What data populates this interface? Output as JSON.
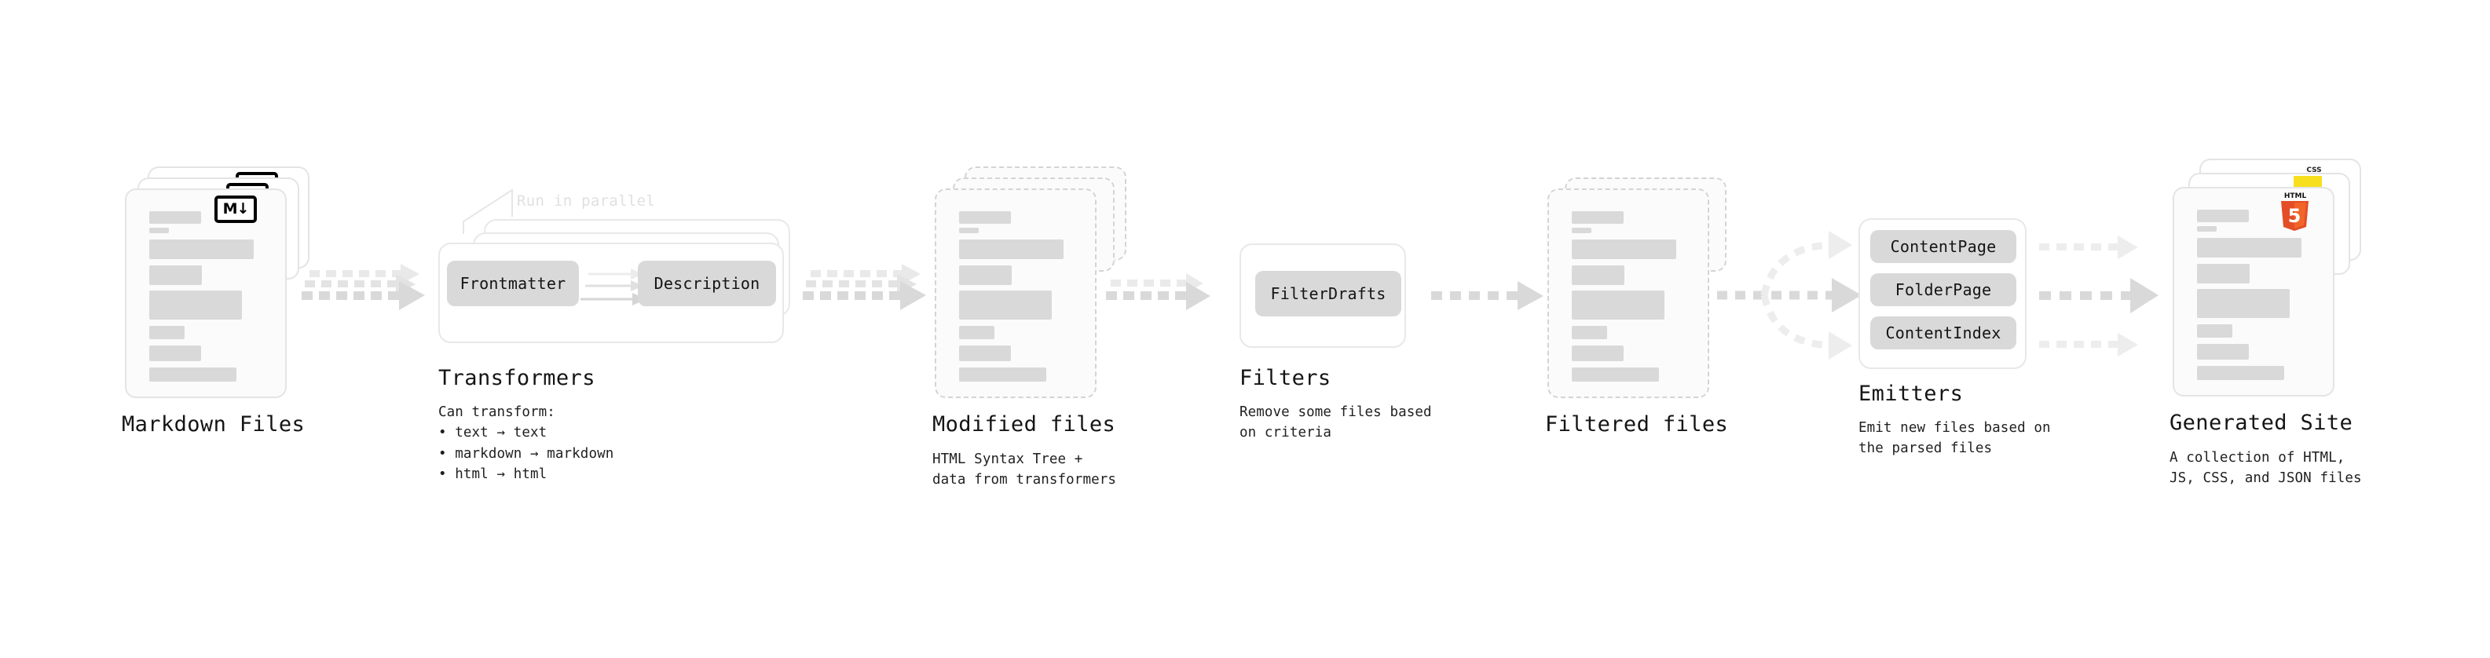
{
  "diagram": {
    "title": "Quartz content processing pipeline",
    "palette": {
      "page_background": "#ffffff",
      "card_fill": "#fbfbfb",
      "card_border": "#e4e4e4",
      "skeleton_bar": "#d9d9d9",
      "pill_fill": "#d9d9d9",
      "arrow": "#d8d8d8",
      "annotation_text": "#e0e0e0",
      "text": "#151515",
      "html5_orange": "#e44d26",
      "html5_orange_light": "#f16529",
      "js_yellow": "#f7df1e",
      "css_blue": "#264de4"
    }
  },
  "stages": [
    {
      "id": "markdown-files",
      "title": "Markdown Files",
      "subtitle": "",
      "badge": "M↓",
      "badge_icon": "markdown-icon",
      "stack_count": 3,
      "border": "solid"
    },
    {
      "id": "transformers",
      "title": "Transformers",
      "subtitle": "Can transform:\n  • text → text\n  • markdown → markdown\n  • html → html",
      "annotation": "Run in parallel",
      "stack_count": 3,
      "pills": [
        "Frontmatter",
        "Description"
      ]
    },
    {
      "id": "modified-files",
      "title": "Modified files",
      "subtitle": "HTML Syntax Tree +\ndata from transformers",
      "stack_count": 3,
      "border": "dashed"
    },
    {
      "id": "filters",
      "title": "Filters",
      "subtitle": "Remove some files based\non criteria",
      "pills": [
        "FilterDrafts"
      ]
    },
    {
      "id": "filtered-files",
      "title": "Filtered files",
      "subtitle": "",
      "stack_count": 2,
      "border": "dashed"
    },
    {
      "id": "emitters",
      "title": "Emitters",
      "subtitle": "Emit new files based on\nthe parsed files",
      "pills": [
        "ContentPage",
        "FolderPage",
        "ContentIndex"
      ]
    },
    {
      "id": "generated-site",
      "title": "Generated Site",
      "subtitle": "A collection of HTML,\nJS, CSS, and JSON files",
      "badges": [
        "html5-icon",
        "js-icon",
        "css-icon"
      ],
      "badge_labels": [
        "HTML",
        "5",
        "CSS"
      ],
      "stack_count": 3,
      "border": "solid"
    }
  ],
  "connectors": [
    {
      "id": "md-to-transformers",
      "kind": "dotted-arrow",
      "lanes": 3
    },
    {
      "id": "transformers-to-modified",
      "kind": "dotted-arrow",
      "lanes": 3
    },
    {
      "id": "modified-to-filters",
      "kind": "dotted-arrow",
      "lanes": 2
    },
    {
      "id": "filters-to-filtered",
      "kind": "dotted-arrow",
      "lanes": 1
    },
    {
      "id": "filtered-to-emitters",
      "kind": "dotted-fan-out",
      "lanes": 3
    },
    {
      "id": "emitters-to-site",
      "kind": "dotted-arrow",
      "lanes": 3
    },
    {
      "id": "frontmatter-to-description",
      "kind": "solid-arrow",
      "lanes": 3
    }
  ]
}
